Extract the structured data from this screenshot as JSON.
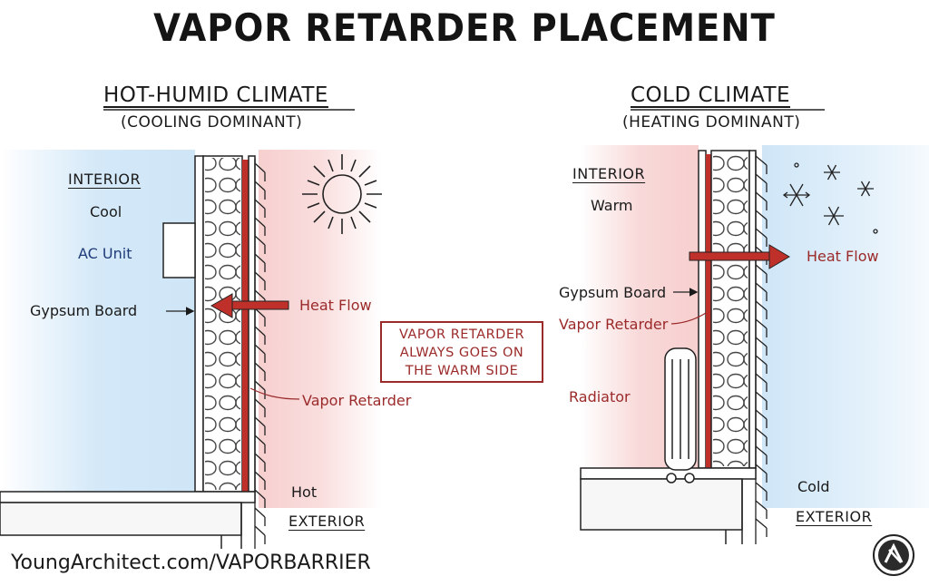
{
  "title": "VAPOR RETARDER PLACEMENT",
  "left_panel": {
    "heading": "HOT-HUMID CLIMATE",
    "subheading": "(COOLING DOMINANT)",
    "interior_label": "INTERIOR",
    "interior_condition": "Cool",
    "appliance": "AC Unit",
    "gypsum_label": "Gypsum Board",
    "heat_flow_label": "Heat Flow",
    "vapor_label": "Vapor Retarder",
    "exterior_condition": "Hot",
    "exterior_label": "EXTERIOR"
  },
  "right_panel": {
    "heading": "COLD CLIMATE",
    "subheading": "(HEATING DOMINANT)",
    "interior_label": "INTERIOR",
    "interior_condition": "Warm",
    "heat_flow_label": "Heat Flow",
    "gypsum_label": "Gypsum Board",
    "vapor_label": "Vapor Retarder",
    "appliance": "Radiator",
    "exterior_condition": "Cold",
    "exterior_label": "EXTERIOR"
  },
  "center_note": [
    "VAPOR RETARDER",
    "ALWAYS GOES ON",
    "THE WARM SIDE"
  ],
  "footer": "YoungArchitect.com/VAPORBARRIER",
  "colors": {
    "cool_tint": "#cfe6f7",
    "warm_tint": "#f7cfcf",
    "vapor_retarder": "#c0302a",
    "label_red": "#9b2a2a",
    "label_blue": "#1f3b7a"
  },
  "icons": [
    "sun-icon",
    "snowflake-icon",
    "heat-flow-arrow-icon",
    "logo-icon"
  ]
}
